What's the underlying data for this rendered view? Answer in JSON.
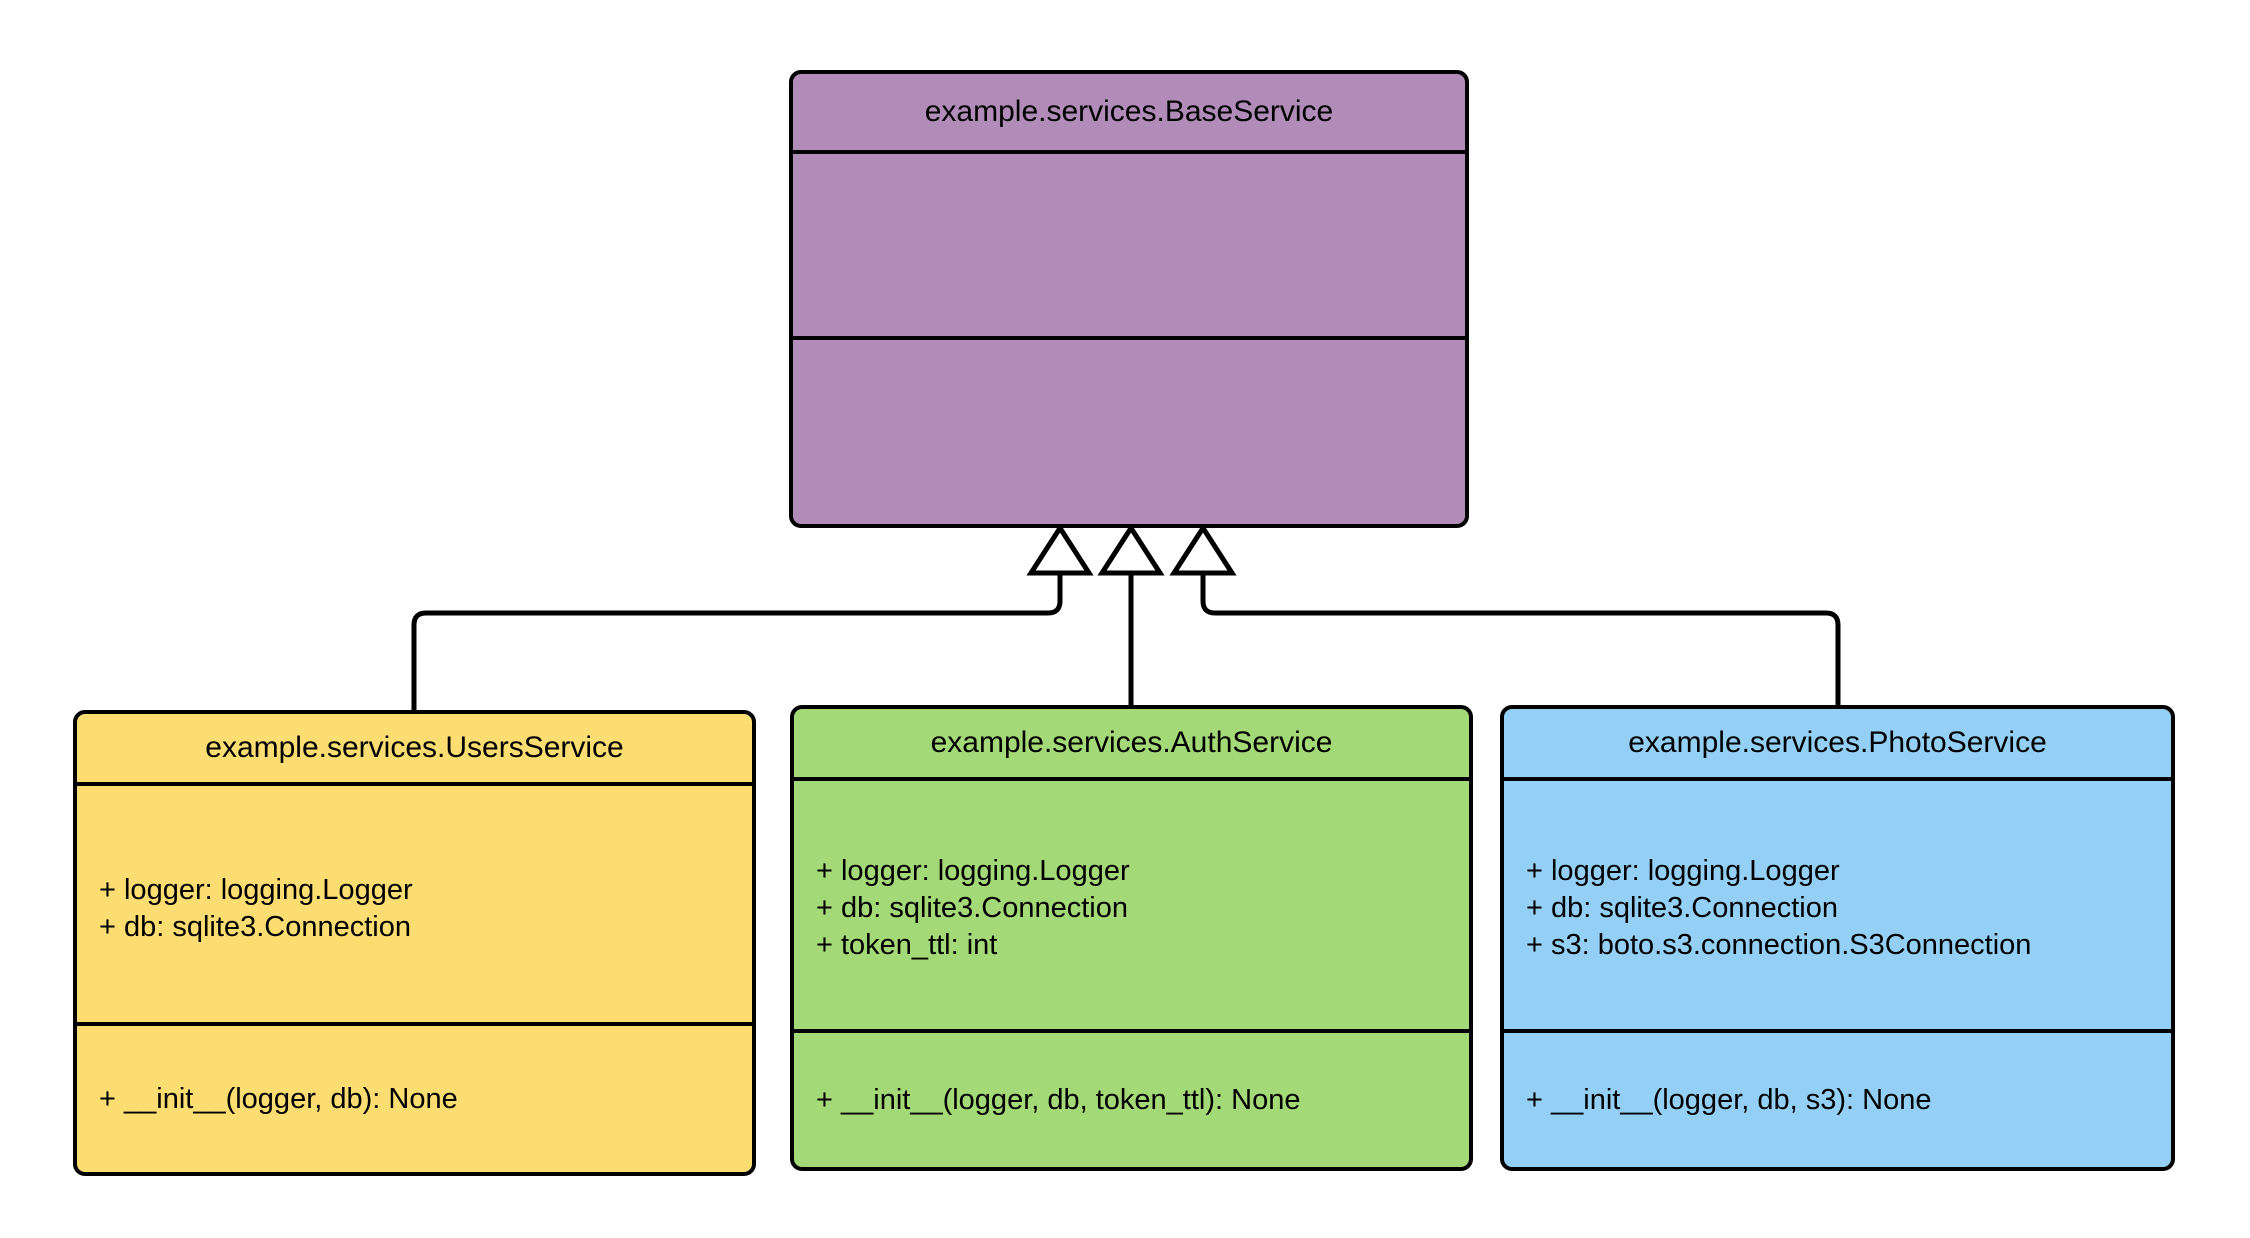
{
  "diagram": {
    "type": "uml-class-diagram",
    "background_color": "#ffffff",
    "line_color": "#000000",
    "relationship": "generalization",
    "classes": [
      {
        "id": "baseservice",
        "name": "example.services.BaseService",
        "fill_color": "#b18cb9",
        "attributes": [],
        "methods": []
      },
      {
        "id": "usersservice",
        "name": "example.services.UsersService",
        "fill_color": "#fcdd72",
        "attributes": [
          "+ logger: logging.Logger",
          "+ db: sqlite3.Connection"
        ],
        "methods": [
          "+ __init__(logger, db): None"
        ]
      },
      {
        "id": "authservice",
        "name": "example.services.AuthService",
        "fill_color": "#a4d977",
        "attributes": [
          "+ logger: logging.Logger",
          "+ db: sqlite3.Connection",
          "+ token_ttl: int"
        ],
        "methods": [
          "+ __init__(logger, db, token_ttl): None"
        ]
      },
      {
        "id": "photoservice",
        "name": "example.services.PhotoService",
        "fill_color": "#94d0f5",
        "attributes": [
          "+ logger: logging.Logger",
          "+ db: sqlite3.Connection",
          "+ s3: boto.s3.connection.S3Connection"
        ],
        "methods": [
          "+ __init__(logger, db, s3): None"
        ]
      }
    ],
    "edges": [
      {
        "from": "usersservice",
        "to": "baseservice",
        "kind": "inheritance"
      },
      {
        "from": "authservice",
        "to": "baseservice",
        "kind": "inheritance"
      },
      {
        "from": "photoservice",
        "to": "baseservice",
        "kind": "inheritance"
      }
    ]
  }
}
